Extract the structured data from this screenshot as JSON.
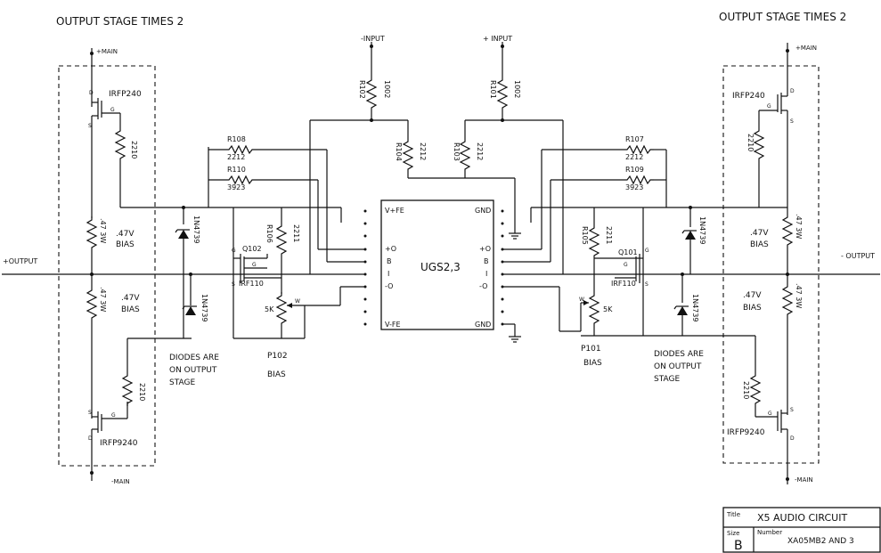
{
  "headings": {
    "left": "OUTPUT STAGE TIMES 2",
    "right": "OUTPUT STAGE TIMES 2"
  },
  "inputs": {
    "minus": "-INPUT",
    "plus": "+ INPUT"
  },
  "outputs": {
    "plus": "+OUTPUT",
    "minus": "- OUTPUT"
  },
  "rails": {
    "main_pos": "+MAIN",
    "main_neg": "-MAIN"
  },
  "resistors": {
    "r102": {
      "ref": "R102",
      "val": "1002"
    },
    "r101": {
      "ref": "R101",
      "val": "1002"
    },
    "r104": {
      "ref": "R104",
      "val": "2212"
    },
    "r103": {
      "ref": "R103",
      "val": "2212"
    },
    "r108": {
      "ref": "R108",
      "val": "2212"
    },
    "r110": {
      "ref": "R110",
      "val": "3923"
    },
    "r107": {
      "ref": "R107",
      "val": "2212"
    },
    "r109": {
      "ref": "R109",
      "val": "3923"
    },
    "r106": {
      "ref": "R106",
      "val": "2211"
    },
    "r105": {
      "ref": "R105",
      "val": "2211"
    },
    "gate": "2210",
    "source": ".47 3W"
  },
  "bias_label": ".47V\nBIAS",
  "bias_v": ".47V",
  "bias_word": "BIAS",
  "zener": "1N4739",
  "mosfets": {
    "n": "IRFP240",
    "p": "IRFP9240",
    "driver": "IRF110"
  },
  "transistors": {
    "q102": "Q102",
    "q101": "Q101"
  },
  "pots": {
    "value": "5K",
    "p102": "P102",
    "p101": "P101",
    "bias": "BIAS"
  },
  "pins": {
    "g": "G",
    "s": "S",
    "d": "D",
    "w": "W"
  },
  "ugs": {
    "name": "UGS2,3",
    "left_pins": [
      "V+FE",
      "+O",
      "B",
      "I",
      "-O",
      "V-FE"
    ],
    "right_pins": [
      "GND",
      "+O",
      "B",
      "I",
      "-O",
      "GND"
    ]
  },
  "note": [
    "DIODES ARE",
    "ON OUTPUT",
    "STAGE"
  ],
  "title_block": {
    "title_label": "Title",
    "title": "X5 AUDIO CIRCUIT",
    "size_label": "Size",
    "size": "B",
    "number_label": "Number",
    "number": "XA05MB2 AND 3"
  }
}
